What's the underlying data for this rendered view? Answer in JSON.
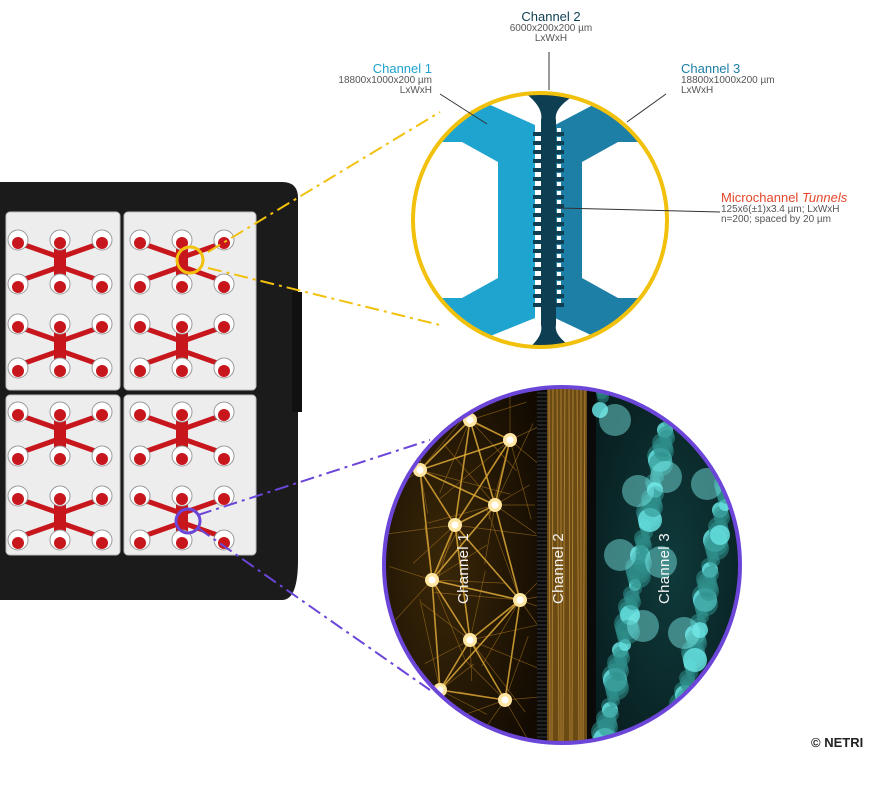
{
  "colors": {
    "channel_light": "#1fa3cf",
    "channel_dark": "#1d7ea6",
    "reservoir": "#0e3e52",
    "tunnels_label": "#e4472a",
    "zoom_top": "#f2c10d",
    "zoom_bottom": "#6b46d8",
    "plate": "#1b1b1b",
    "chip_red": "#c8161d"
  },
  "top_zoom": {
    "channel1": {
      "title": "Channel 1",
      "dims": "18800x1000x200 µm",
      "order": "LxWxH"
    },
    "channel2": {
      "title": "Channel 2",
      "dims": "6000x200x200 µm",
      "order": "LxWxH"
    },
    "channel3": {
      "title": "Channel 3",
      "dims": "18800x1000x200 µm",
      "order": "LxWxH"
    },
    "tunnels": {
      "title_prefix": "Microchannel ",
      "title_italic": "Tunnels",
      "line1": "125x6(±1)x3.4 µm; LxWxH",
      "line2": "n=200; spaced by 20 µm"
    }
  },
  "bottom_zoom": {
    "labels": [
      "Channel 1",
      "Channel 2",
      "Channel 3"
    ]
  },
  "copyright": "© NETRI"
}
